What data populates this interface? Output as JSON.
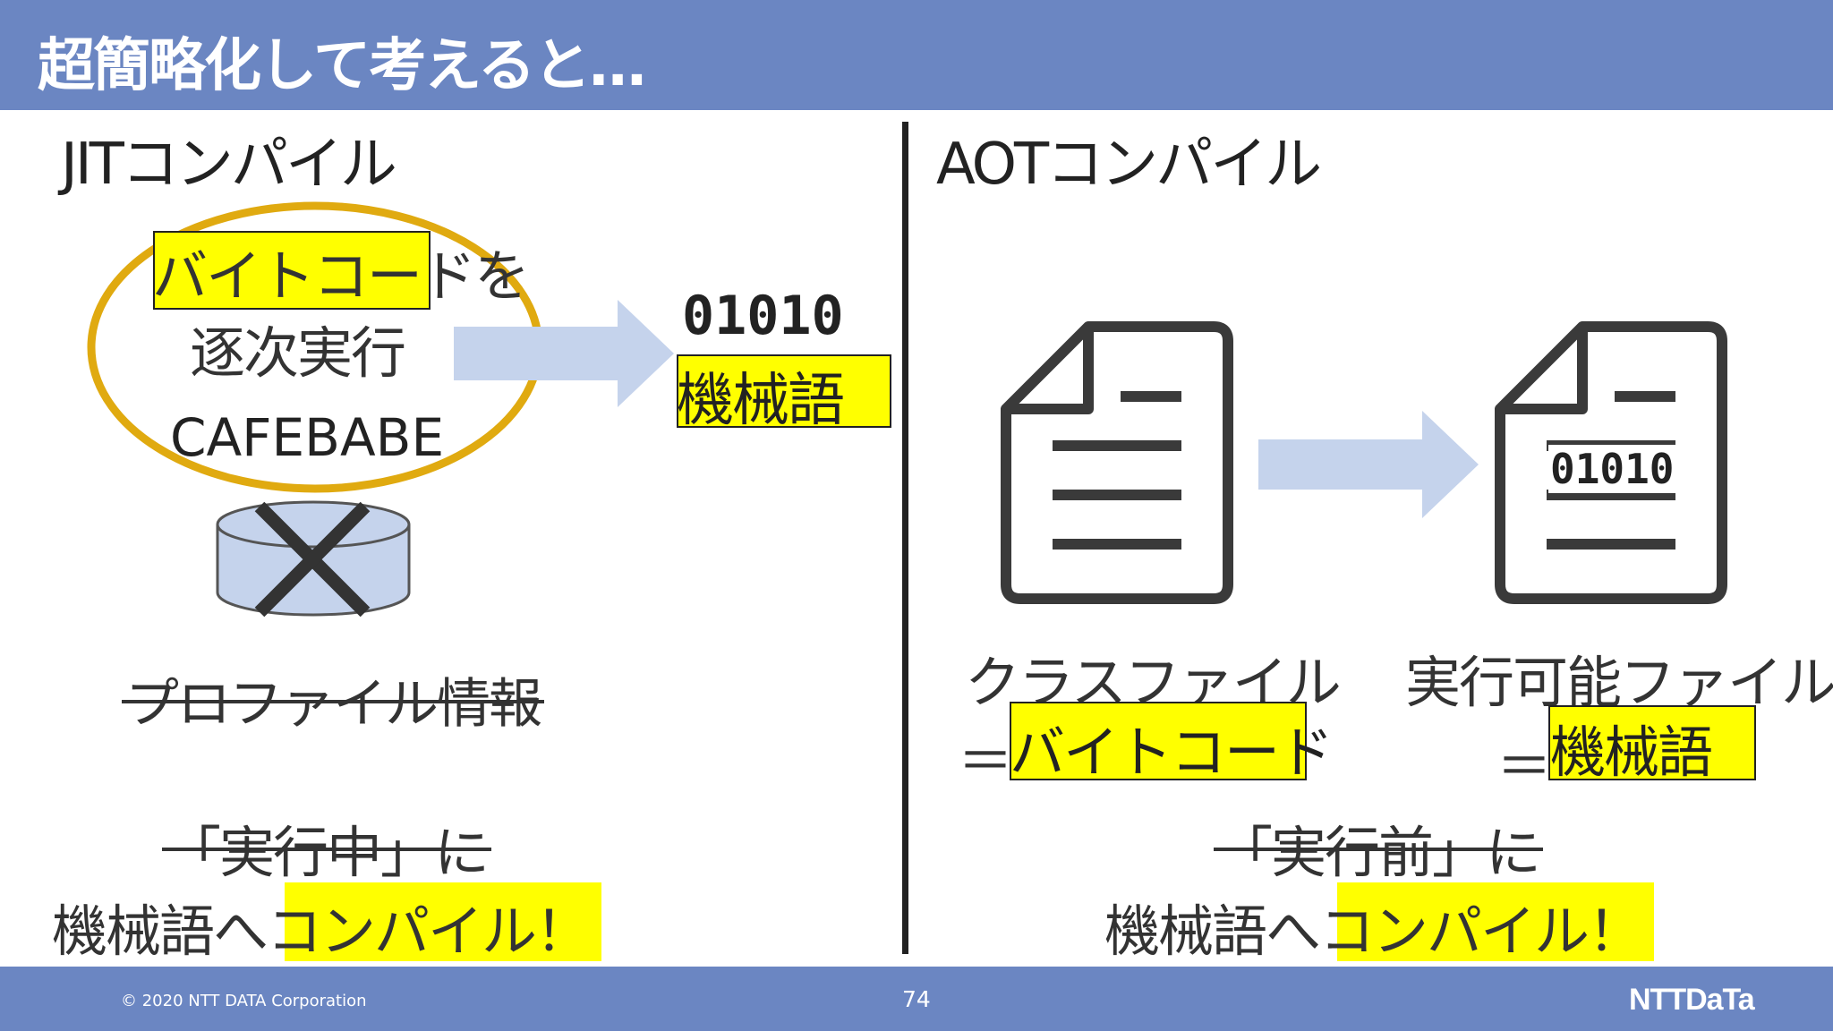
{
  "header": {
    "title": "超簡略化して考えると…"
  },
  "left": {
    "title": "JITコンパイル",
    "bytecode": "バイトコード",
    "bytecode_suffix": "を",
    "sequential": "逐次実行",
    "cafebabe": "CAFEBABE",
    "binary": "01010",
    "machine": "機械語",
    "profile": "プロファイル情報",
    "when": "「実行中」に",
    "compile_prefix": "機械語へ",
    "compile_hl": "コンパイル！"
  },
  "right": {
    "title": "AOTコンパイル",
    "binary": "01010",
    "class_file": "クラスファイル",
    "eq": "＝",
    "bytecode": "バイトコード",
    "exe_file": "実行可能ファイル",
    "machine": "機械語",
    "when": "「実行前」に",
    "compile_prefix": "機械語へ",
    "compile_hl": "コンパイル！"
  },
  "footer": {
    "copyright": "© 2020 NTT DATA Corporation",
    "page": "74",
    "logo": "NTTDaTa"
  },
  "colors": {
    "brand_blue": "#6b86c2",
    "highlight": "#ffff00",
    "ellipse": "#e0aa10",
    "arrow": "#c5d3ec"
  }
}
